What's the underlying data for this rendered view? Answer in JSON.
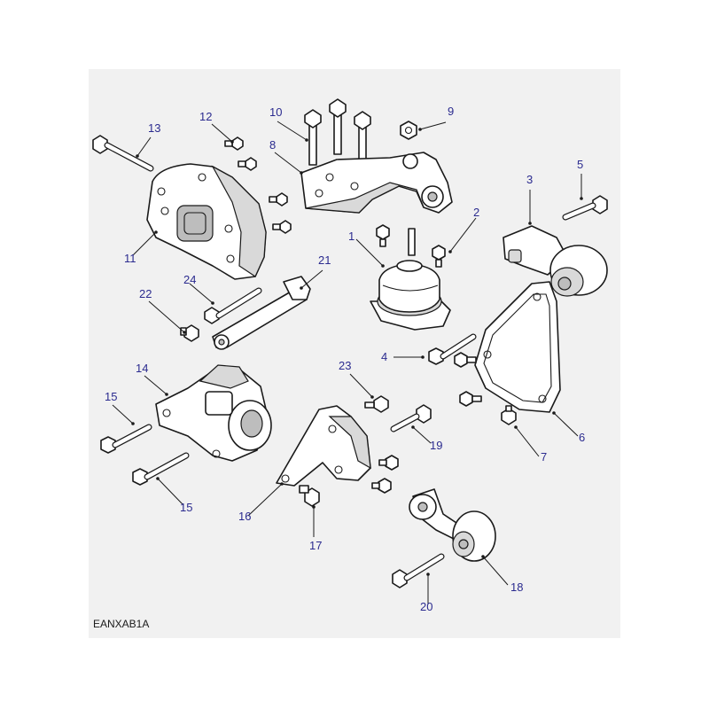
{
  "diagram": {
    "reference_code": "EANXAB1A",
    "callouts": [
      "1",
      "2",
      "3",
      "5",
      "6",
      "7",
      "8",
      "9",
      "10",
      "11",
      "12",
      "13",
      "14",
      "15",
      "15",
      "16",
      "17",
      "18",
      "19",
      "20",
      "21",
      "22",
      "23",
      "24",
      "4"
    ]
  }
}
